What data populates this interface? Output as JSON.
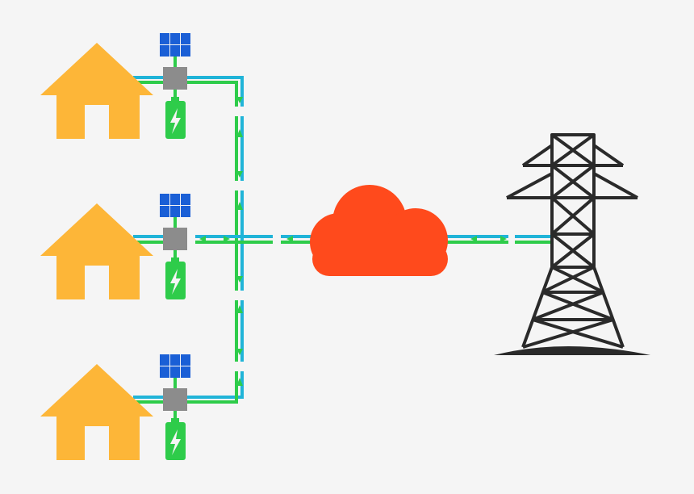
{
  "colors": {
    "background": "#f5f5f5",
    "house": "#fdb638",
    "solar_panel": "#1a5fd6",
    "inverter": "#8c8c8c",
    "battery": "#2ecc4a",
    "line_green": "#2ecc4a",
    "line_blue": "#20b4d8",
    "cloud": "#ff4a1c",
    "tower": "#2a2a2a"
  },
  "icons": {
    "house": "house-icon",
    "solar_panel": "solar-panel-icon",
    "inverter": "inverter-box-icon",
    "battery": "battery-charging-icon",
    "cloud": "cloud-icon",
    "tower": "power-transmission-tower-icon"
  },
  "homes": [
    {
      "id": "home-1"
    },
    {
      "id": "home-2"
    },
    {
      "id": "home-3"
    }
  ]
}
